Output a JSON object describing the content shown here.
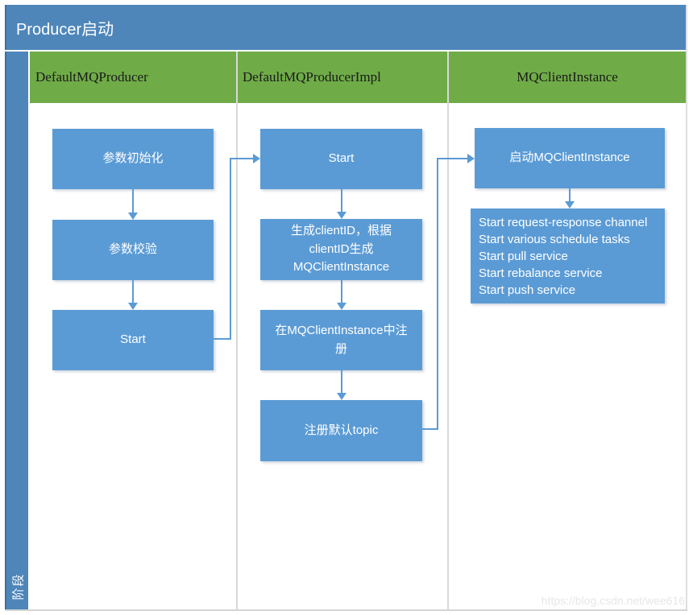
{
  "title": "Producer启动",
  "phase_label": "阶段",
  "watermark": "https://blog.csdn.net/wee616",
  "colors": {
    "bar_blue": "#4E86BA",
    "border_dark_blue": "#3F6D9E",
    "lane_header_green": "#6FAC47",
    "box_blue": "#5B9BD5",
    "connector_blue": "#5B9BD5",
    "divider_gray": "#D9D9D9"
  },
  "lanes": [
    {
      "label": "DefaultMQProducer",
      "boxes": [
        {
          "label": "参数初始化"
        },
        {
          "label": "参数校验"
        },
        {
          "label": "Start"
        }
      ]
    },
    {
      "label": "DefaultMQProducerImpl",
      "boxes": [
        {
          "label": "Start"
        },
        {
          "label": "生成clientID，根据\nclientID生成\nMQClientInstance"
        },
        {
          "label": "在MQClientInstance中注\n册"
        },
        {
          "label": "注册默认topic"
        }
      ]
    },
    {
      "label": "MQClientInstance",
      "boxes": [
        {
          "label": "启动MQClientInstance"
        },
        {
          "lines": [
            "Start request-response channel",
            "Start various schedule tasks",
            "Start pull service",
            "Start rebalance service",
            "Start push service"
          ]
        }
      ]
    }
  ]
}
